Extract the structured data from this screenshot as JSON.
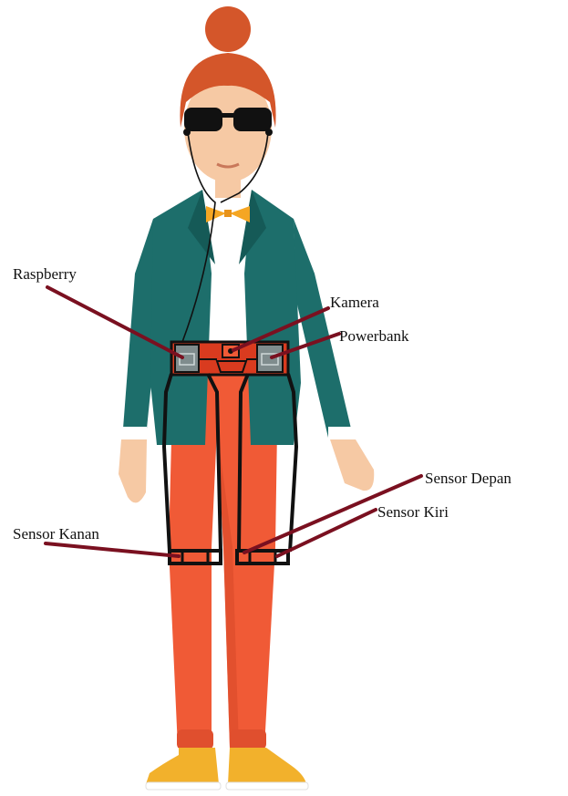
{
  "labels": {
    "raspberry": "Raspberry",
    "kamera": "Kamera",
    "powerbank": "Powerbank",
    "sensor_depan": "Sensor Depan",
    "sensor_kiri": "Sensor Kiri",
    "sensor_kanan": "Sensor Kanan"
  },
  "colors": {
    "pointer": "#7a1020",
    "hair": "#d4562a",
    "skin": "#f6c9a4",
    "jacket": "#1d6e6b",
    "jacket_dark": "#155a57",
    "shirt": "#ffffff",
    "pants": "#f05a36",
    "bowtie": "#f5a623",
    "shoes": "#f2b12c",
    "device_outline": "#111111",
    "device_grey": "#7f8c8d"
  },
  "icons": {
    "figure": "woman-with-wearable-devices-illustration"
  }
}
